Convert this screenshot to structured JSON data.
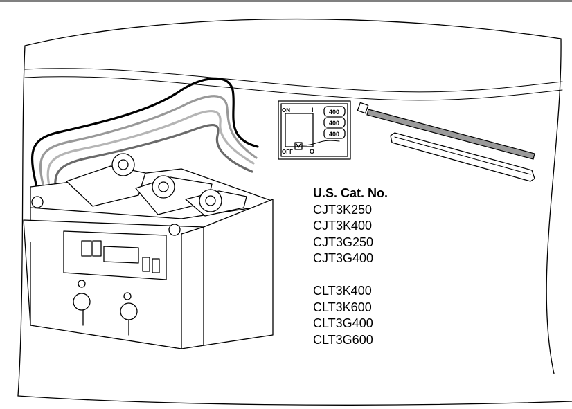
{
  "catalog": {
    "heading": "U.S. Cat. No.",
    "group_1": [
      "CJT3K250",
      "CJT3K400",
      "CJT3G250",
      "CJT3G400"
    ],
    "group_2": [
      "CLT3K400",
      "CLT3K600",
      "CLT3G400",
      "CLT3G600"
    ]
  },
  "label_detail": {
    "on_text": "ON",
    "on_symbol": "I",
    "off_text": "OFF",
    "off_symbol": "O",
    "rating_1": "400",
    "rating_2": "400",
    "rating_3": "400"
  }
}
